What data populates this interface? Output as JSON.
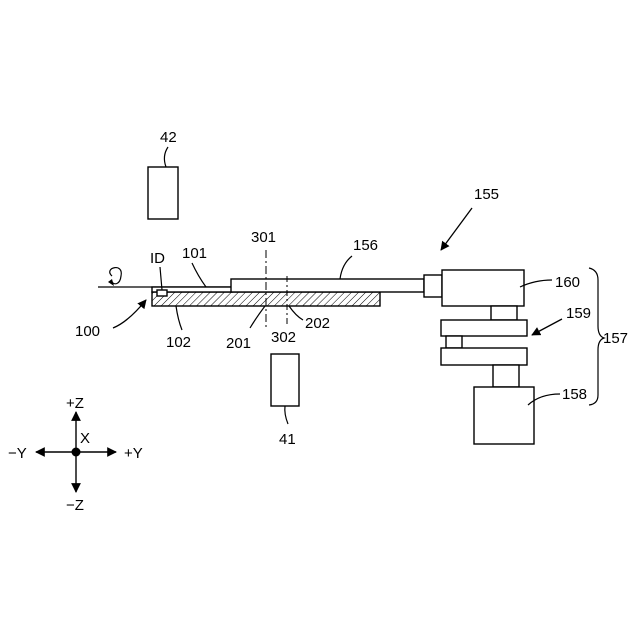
{
  "labels": {
    "ref_42": "42",
    "ref_155": "155",
    "ref_301": "301",
    "ref_156": "156",
    "ref_id": "ID",
    "ref_101": "101",
    "ref_160": "160",
    "ref_159": "159",
    "ref_157": "157",
    "ref_100": "100",
    "ref_102": "102",
    "ref_201": "201",
    "ref_302": "302",
    "ref_202": "202",
    "ref_158": "158",
    "ref_41": "41"
  },
  "axes": {
    "plus_z": "+Z",
    "minus_z": "−Z",
    "plus_y": "+Y",
    "minus_y": "−Y",
    "x": "X"
  }
}
